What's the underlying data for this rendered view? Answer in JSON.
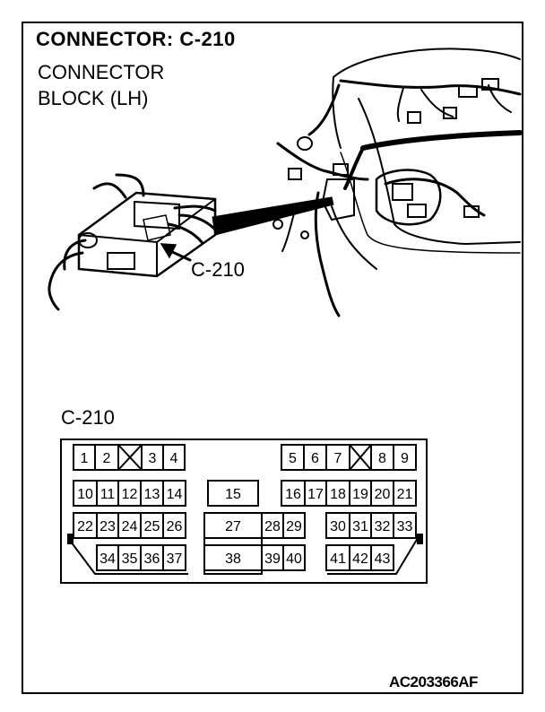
{
  "title": "CONNECTOR: C-210",
  "subtitle_line1": "CONNECTOR",
  "subtitle_line2": "BLOCK (LH)",
  "callout_label": "C-210",
  "face_label": "C-210",
  "figure_code": "AC203366AF",
  "pins": [
    {
      "label": "1"
    },
    {
      "label": "2"
    },
    {
      "label": "3"
    },
    {
      "label": "4"
    },
    {
      "label": "5"
    },
    {
      "label": "6"
    },
    {
      "label": "7"
    },
    {
      "label": "8"
    },
    {
      "label": "9"
    },
    {
      "label": "10"
    },
    {
      "label": "11"
    },
    {
      "label": "12"
    },
    {
      "label": "13"
    },
    {
      "label": "14"
    },
    {
      "label": "15"
    },
    {
      "label": "16"
    },
    {
      "label": "17"
    },
    {
      "label": "18"
    },
    {
      "label": "19"
    },
    {
      "label": "20"
    },
    {
      "label": "21"
    },
    {
      "label": "22"
    },
    {
      "label": "23"
    },
    {
      "label": "24"
    },
    {
      "label": "25"
    },
    {
      "label": "26"
    },
    {
      "label": "27"
    },
    {
      "label": "28"
    },
    {
      "label": "29"
    },
    {
      "label": "30"
    },
    {
      "label": "31"
    },
    {
      "label": "32"
    },
    {
      "label": "33"
    },
    {
      "label": "34"
    },
    {
      "label": "35"
    },
    {
      "label": "36"
    },
    {
      "label": "37"
    },
    {
      "label": "38"
    },
    {
      "label": "39"
    },
    {
      "label": "40"
    },
    {
      "label": "41"
    },
    {
      "label": "42"
    },
    {
      "label": "43"
    }
  ]
}
